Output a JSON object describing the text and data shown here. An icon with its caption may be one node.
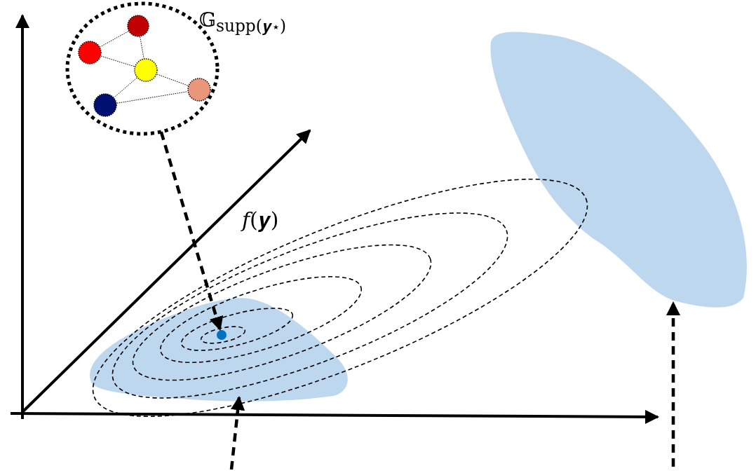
{
  "diagram": {
    "nodes": [
      {
        "text": [
          "𝔾$_{supp(𝒚⋆)}$"
        ]
      },
      {
        "text": [],
        "shape": "circle",
        "in": 0
      },
      {
        "text": [],
        "shape": "circle",
        "in": 0
      },
      {
        "text": [],
        "shape": "circle",
        "in": 0
      },
      {
        "text": [],
        "shape": "circle",
        "in": 0
      },
      {
        "text": [],
        "shape": "circle",
        "in": 0
      },
      {
        "text": [],
        "shape": "cloud"
      },
      {
        "text": [],
        "shape": "cloud"
      },
      {
        "text": [],
        "shape": "circle",
        "in": 7
      }
    ],
    "edges": [
      {
        "from": 1,
        "to": 2,
        "arrow": "none"
      },
      {
        "from": 1,
        "to": 3,
        "arrow": "none"
      },
      {
        "from": 2,
        "to": 3,
        "arrow": "none"
      },
      {
        "from": 3,
        "to": 4,
        "arrow": "none"
      },
      {
        "from": 3,
        "to": 5,
        "arrow": "none"
      },
      {
        "from": 5,
        "to": 4,
        "arrow": "none"
      },
      {
        "from": 0,
        "to": 8,
        "arrow": "to",
        "style": "dashed"
      },
      {
        "from": null,
        "to": 7,
        "arrow": "to",
        "style": "dashed"
      },
      {
        "from": null,
        "to": 6,
        "arrow": "to",
        "style": "dashed"
      }
    ],
    "labels": [
      "*f*(𝒚)"
    ]
  }
}
